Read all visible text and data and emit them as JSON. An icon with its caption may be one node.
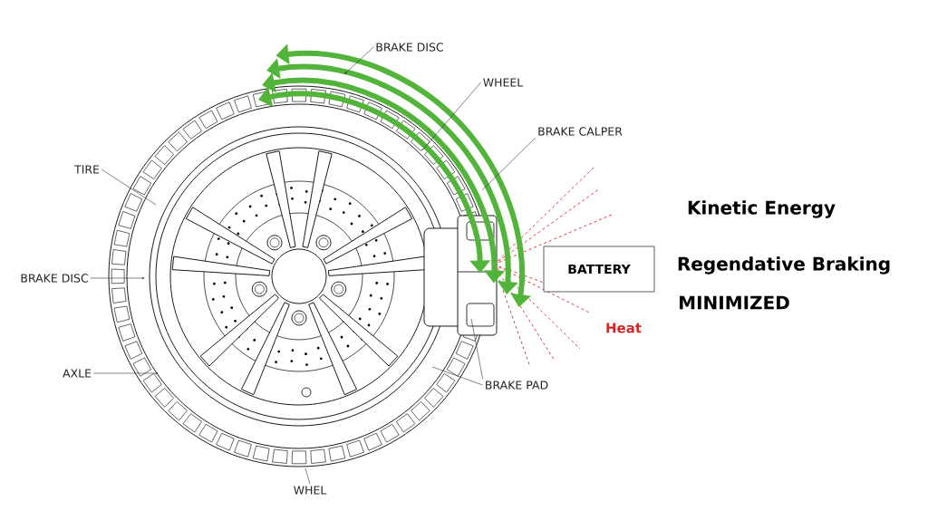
{
  "diagram": {
    "nodes": [
      {
        "text": [
          "BRAKE DISC"
        ]
      },
      {
        "text": [
          "WHEEL"
        ]
      },
      {
        "text": [
          "BRAKE CALPER"
        ]
      },
      {
        "text": [
          "TIRE"
        ]
      },
      {
        "text": [
          "BRAKE DISC"
        ]
      },
      {
        "text": [
          "AXLE"
        ]
      },
      {
        "text": [
          "BRAKE PAD"
        ]
      },
      {
        "text": [
          "WHEL"
        ]
      },
      {
        "text": [
          "BATTERY"
        ]
      }
    ],
    "edges": [
      {
        "from": 0,
        "to": null,
        "arrow": "to"
      },
      {
        "from": 1,
        "to": null,
        "arrow": "none"
      },
      {
        "from": 2,
        "to": null,
        "arrow": "none"
      },
      {
        "from": 3,
        "to": null,
        "arrow": "none"
      },
      {
        "from": 4,
        "to": null,
        "arrow": "to"
      },
      {
        "from": 5,
        "to": null,
        "arrow": "to"
      },
      {
        "from": 6,
        "to": null,
        "arrow": "none"
      },
      {
        "from": 6,
        "to": null,
        "arrow": "none"
      },
      {
        "from": 7,
        "to": null,
        "arrow": "none"
      }
    ],
    "labels": [
      "Kinetic Energy",
      "Regendative Braking",
      "MINIMIZED",
      "Heat"
    ]
  }
}
